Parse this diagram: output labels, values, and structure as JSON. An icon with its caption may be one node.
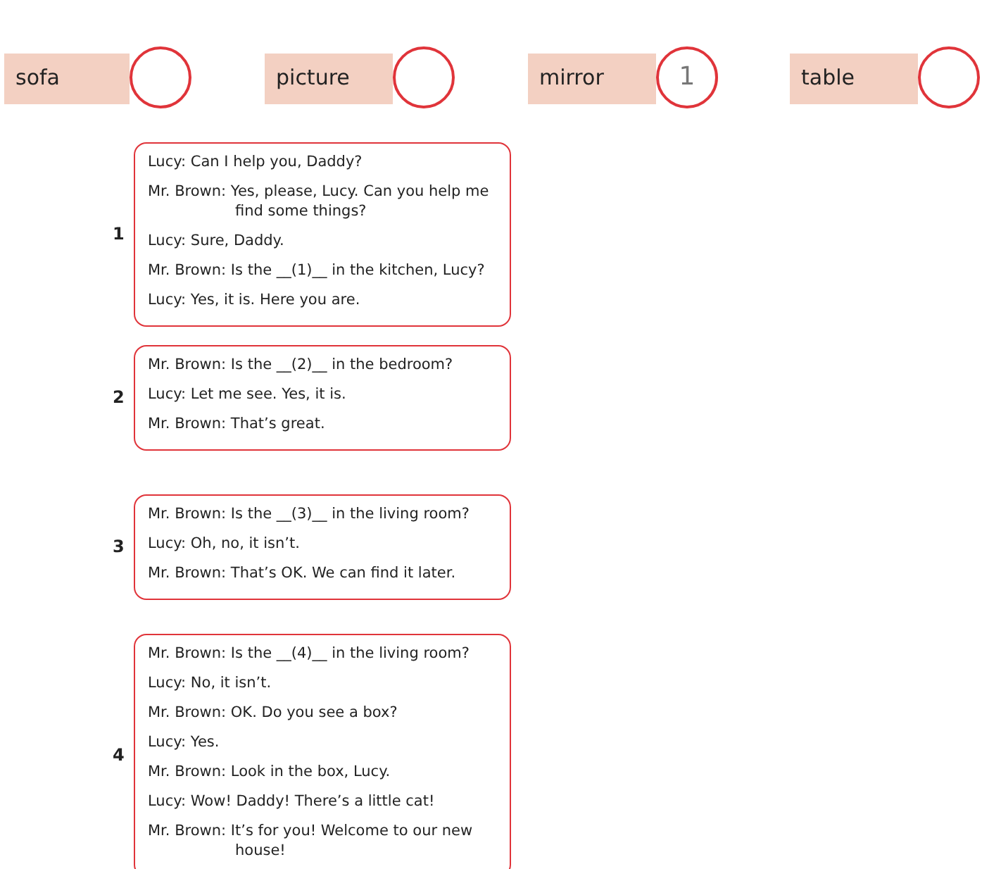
{
  "diagram": {
    "nodes": [
      {
        "text": [
          "sofa"
        ]
      },
      {
        "text": [],
        "shape": "circle"
      },
      {
        "text": [
          "picture"
        ]
      },
      {
        "text": [],
        "shape": "circle"
      },
      {
        "text": [
          "mirror"
        ]
      },
      {
        "text": [
          "1"
        ]
      },
      {
        "text": [
          "table"
        ]
      },
      {
        "text": [],
        "shape": "circle"
      },
      {
        "text": [
          "Lucy: Can I help you, Daddy?",
          "Mr. Brown: Yes, please, Lucy. Can you help me find some things?",
          "Lucy: Sure, Daddy.",
          "Mr. Brown: Is the __(1)__ in the kitchen, Lucy?",
          "Lucy: Yes, it is. Here you are."
        ],
        "beside": [
          "1"
        ]
      },
      {
        "text": [
          "Mr. Brown: Is the __(2)__ in the bedroom?",
          "Lucy: Let me see. Yes, it is.",
          "Mr. Brown: That’s great."
        ],
        "beside": [
          "2"
        ]
      },
      {
        "text": [
          "Mr. Brown: Is the __(3)__ in the living room?",
          "Lucy: Oh, no, it isn’t.",
          "Mr. Brown: That’s OK. We can find it later."
        ],
        "beside": [
          "3"
        ]
      },
      {
        "text": [
          "Mr. Brown: Is the __(4)__ in the living room?",
          "Lucy: No, it isn’t.",
          "Mr. Brown: OK. Do you see a box?",
          "Lucy: Yes.",
          "Mr. Brown: Look in the box, Lucy.",
          "Lucy: Wow! Daddy! There’s a little cat!",
          "Mr. Brown: It’s for you! Welcome to our new house!"
        ],
        "beside": [
          "4"
        ]
      }
    ],
    "edges": []
  }
}
